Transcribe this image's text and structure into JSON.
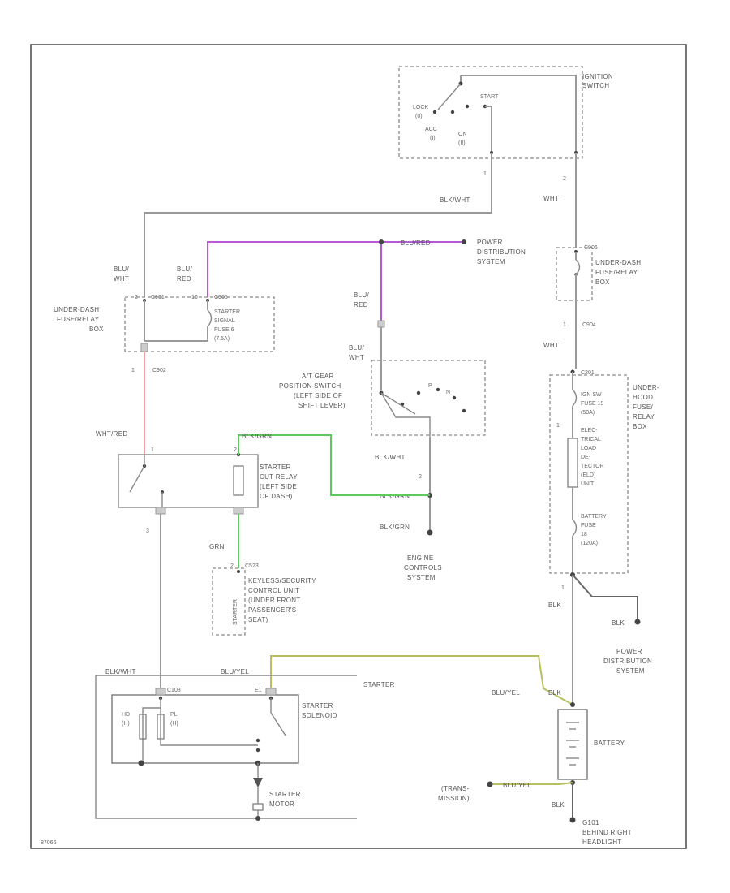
{
  "ignition_switch": {
    "title_line1": "IGNITION",
    "title_line2": "SWITCH",
    "lock_line1": "LOCK",
    "lock_line2": "(0)",
    "acc_line1": "ACC",
    "acc_line2": "(I)",
    "on_line1": "ON",
    "on_line2": "(II)",
    "start": "START",
    "pin1": "1",
    "pin2": "2"
  },
  "wires": {
    "blk_wht_top": "BLK/WHT",
    "wht_top": "WHT",
    "blu_red_h": "BLU/RED",
    "blu_wht_l1": "BLU/",
    "blu_wht_l2": "WHT",
    "blu_red_l1": "BLU/",
    "blu_red_l2": "RED",
    "blu_red_gear_l1": "BLU/",
    "blu_red_gear_l2": "RED",
    "blu_wht_gear_l1": "BLU/",
    "blu_wht_gear_l2": "WHT",
    "wht_mid": "WHT",
    "wht_red": "WHT/RED",
    "blk_grn_relay": "BLK/GRN",
    "blk_wht_gear": "BLK/WHT",
    "blk_grn_mid": "BLK/GRN",
    "blk_grn_low": "BLK/GRN",
    "grn": "GRN",
    "blk_hood": "BLK",
    "blk_pds": "BLK",
    "blk_wht_starter": "BLK/WHT",
    "blu_yel_starter": "BLU/YEL",
    "blu_yel_batt": "BLU/YEL",
    "blk_batt_top": "BLK",
    "blu_yel_trans": "BLU/YEL",
    "blk_ground": "BLK"
  },
  "power_dist_top": {
    "line1": "POWER",
    "line2": "DISTRIBUTION",
    "line3": "SYSTEM"
  },
  "under_dash_right": {
    "connector": "C906",
    "line1": "UNDER-DASH",
    "line2": "FUSE/RELAY",
    "line3": "BOX",
    "pin": "1",
    "conn_below": "C904"
  },
  "under_dash_left": {
    "line1": "UNDER-DASH",
    "line2": "FUSE/RELAY",
    "line3": "BOX",
    "connector_a": "C901",
    "pin_a": "2",
    "connector_b": "C905",
    "pin_b": "10",
    "fuse_line1": "STARTER",
    "fuse_line2": "SIGNAL",
    "fuse_line3": "FUSE 6",
    "fuse_line4": "(7.5A)",
    "pin_bottom": "1",
    "conn_below": "C902"
  },
  "gear_switch": {
    "line1": "A/T GEAR",
    "line2": "POSITION SWITCH",
    "line3": "(LEFT SIDE OF",
    "line4": "SHIFT LEVER)",
    "p": "P",
    "n": "N",
    "pin": "2"
  },
  "under_hood": {
    "connector": "C201",
    "line1": "UNDER-",
    "line2": "HOOD",
    "line3": "FUSE/",
    "line4": "RELAY",
    "line5": "BOX",
    "fuse1_a": "IGN SW",
    "fuse1_b": "FUSE 19",
    "fuse1_c": "(50A)",
    "elec_a": "ELEC-",
    "elec_b": "TRICAL",
    "elec_c": "LOAD",
    "elec_d": "DE-",
    "elec_e": "TECTOR",
    "elec_f": "(ELD)",
    "elec_g": "UNIT",
    "batt_a": "BATTERY",
    "batt_b": "FUSE",
    "batt_c": "18",
    "batt_d": "(120A)",
    "pin": "1",
    "pin_b": "1"
  },
  "relay": {
    "line1": "STARTER",
    "line2": "CUT RELAY",
    "line3": "(LEFT SIDE",
    "line4": "OF DASH)",
    "pin1": "1",
    "pin2": "2",
    "pin_low": "3"
  },
  "ecm": {
    "line1": "ENGINE",
    "line2": "CONTROLS",
    "line3": "SYSTEM"
  },
  "keyless": {
    "connector": "C523",
    "line1": "KEYLESS/SECURITY",
    "line2": "CONTROL UNIT",
    "line3": "(UNDER FRONT",
    "line4": "PASSENGER'S",
    "line5": "SEAT)",
    "pin": "2",
    "vertical": "STARTER"
  },
  "power_dist_right": {
    "line1": "POWER",
    "line2": "DISTRIBUTION",
    "line3": "SYSTEM"
  },
  "starter": {
    "title": "STARTER",
    "solenoid_line1": "STARTER",
    "solenoid_line2": "SOLENOID",
    "connector": "C103",
    "hd_line1": "HD",
    "hd_line2": "(H)",
    "pl_line1": "PL",
    "pl_line2": "(H)",
    "e1": "E1",
    "motor_line1": "STARTER",
    "motor_line2": "MOTOR"
  },
  "battery": {
    "label": "BATTERY"
  },
  "transmission": {
    "line1": "(TRANS-",
    "line2": "MISSION)"
  },
  "ground": {
    "line1": "G101",
    "line2": "BEHIND RIGHT",
    "line3": "HEADLIGHT"
  },
  "footer": {
    "code": "87066"
  },
  "colors": {
    "wire_gray": "#9a9a9a",
    "wire_violet": "#b45ad6",
    "wire_green": "#5fc85f",
    "wire_pink": "#f4a0a0",
    "wire_yellow_green": "#b8c060",
    "frame": "#555555"
  }
}
